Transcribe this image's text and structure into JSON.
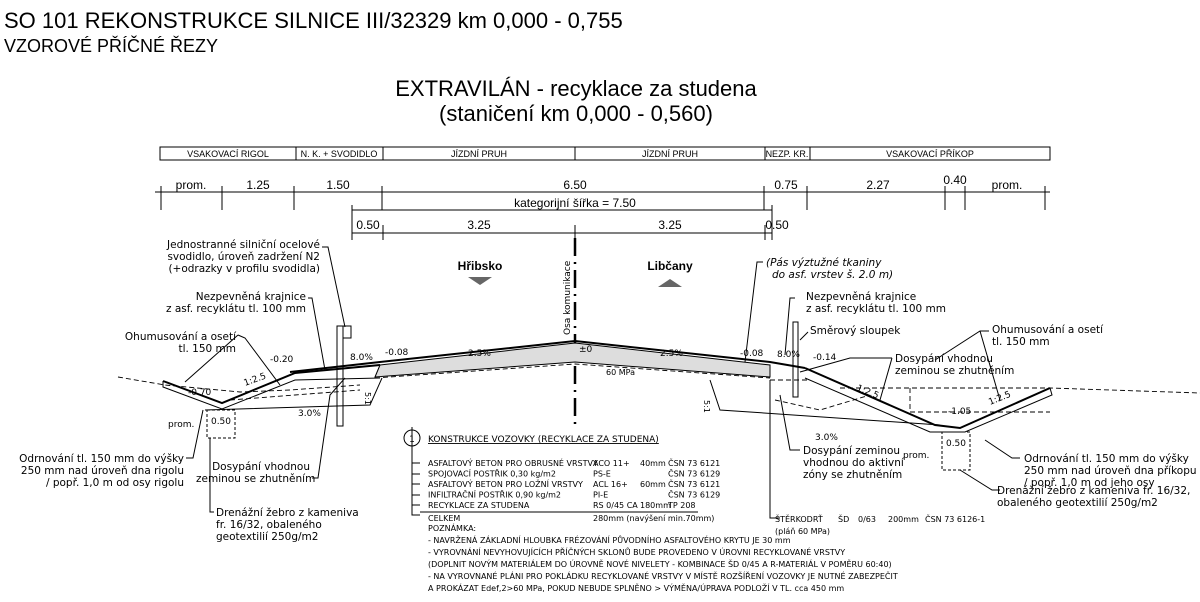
{
  "header": {
    "title": "SO 101  REKONSTRUKCE SILNICE III/32329  km 0,000 - 0,755",
    "subtitle": "VZOROVÉ PŘÍČNÉ ŘEZY",
    "section_title": "EXTRAVILÁN - recyklace za studena",
    "section_range": "(staničení km 0,000 - 0,560)"
  },
  "band": [
    "VSAKOVACÍ RIGOL",
    "N. K. + SVODIDLO",
    "JÍZDNÍ PRUH",
    "JÍZDNÍ PRUH",
    "NEZP. KR.",
    "VSAKOVACÍ PŘÍKOP"
  ],
  "dims_row1": [
    "prom.",
    "1.25",
    "1.50",
    "6.50",
    "0.75",
    "2.27",
    "0.40",
    "prom."
  ],
  "category_width": "kategorijní šířka = 7.50",
  "dims_row3": [
    "0.50",
    "3.25",
    "3.25",
    "0.50"
  ],
  "directions": {
    "left": "Hřibsko",
    "right": "Libčany"
  },
  "axis_label": "Osa komunikace",
  "levels": {
    "zero": "±0",
    "l_edge": "-0.08",
    "r_edge": "-0.08",
    "l_shoulder": "-0.20",
    "r_shoulder": "-0.14",
    "l_ditch": "-0.70",
    "r_ditch": "-1.05",
    "slope_l_road": "2.5%",
    "slope_r_road": "2.5%",
    "slope_l_shoulder": "8.0%",
    "slope_r_shoulder": "8.0%",
    "slope_l_base": "3.0%",
    "slope_r_base": "3.0%",
    "ratio_l": "1:2.5",
    "ratio_r1": "1:2.5",
    "ratio_r2": "1:2.5",
    "side_l": "5:1",
    "side_r": "5:1",
    "drain_l": "0.50",
    "drain_r": "0.50",
    "prom_l": "prom.",
    "prom_r": "prom.",
    "mpa": "60 MPa"
  },
  "annotations": {
    "guardrail": [
      "Jednostranné silniční ocelové",
      "svodidlo, úroveň zadržení N2",
      "(+odrazky v profilu svodidla)"
    ],
    "shoulder_l": [
      "Nezpevněná krajnice",
      "z asf. recyklátu tl. 100 mm"
    ],
    "humus_l": [
      "Ohumusování a osetí",
      "tl. 150 mm"
    ],
    "strip_l": [
      "Odrnování tl. 150 mm do výšky",
      "250 mm nad úroveň dna rigolu",
      "/ popř. 1,0 m od osy rigolu"
    ],
    "fill_l": [
      "Dosypání vhodnou",
      "zeminou se zhutněním"
    ],
    "drain_l": [
      "Drenážní žebro z kameniva",
      "fr. 16/32, obaleného",
      "geotextilií 250g/m2"
    ],
    "fabric": [
      "(Pás výztužné tkaniny",
      "do asf. vrstev š. 2.0 m)"
    ],
    "shoulder_r": [
      "Nezpevněná krajnice",
      "z asf. recyklátu tl. 100 mm"
    ],
    "post": [
      "Směrový sloupek"
    ],
    "humus_r": [
      "Ohumusování a osetí",
      "tl. 150 mm"
    ],
    "fill_r": [
      "Dosypání vhodnou",
      "zeminou se zhutněním"
    ],
    "strip_r": [
      "Odrnování tl. 150 mm do výšky",
      "250 mm nad úroveň dna příkopu",
      "/ popř. 1,0 m od jeho osy"
    ],
    "fill_active": [
      "Dosypání zeminou",
      "vhodnou do aktivní",
      "zóny se zhutněním"
    ],
    "drain_r": [
      "Drenážní žebro z kameniva fr. 16/32,",
      "obaleného geotextilií 250g/m2"
    ]
  },
  "construction": {
    "marker": "1",
    "title": "KONSTRUKCE VOZOVKY (RECYKLACE ZA STUDENA)",
    "rows": [
      [
        "ASFALTOVÝ BETON PRO OBRUSNÉ VRSTVY",
        "ACO 11+",
        "40mm",
        "ČSN 73 6121"
      ],
      [
        "SPOJOVACÍ POSTŘIK 0,30 kg/m2",
        "PS-E",
        "",
        "ČSN 73 6129"
      ],
      [
        "ASFALTOVÝ BETON PRO LOŽNÍ VRSTVY",
        "ACL 16+",
        "60mm",
        "ČSN 73 6121"
      ],
      [
        "INFILTRAČNÍ POSTŘIK 0,90 kg/m2",
        "PI-E",
        "",
        "ČSN 73 6129"
      ],
      [
        "RECYKLACE ZA STUDENA",
        "RS 0/45 CA",
        "180mm",
        "TP 208"
      ]
    ],
    "total_label": "CELKEM",
    "total_value": "280mm (navýšení min.70mm)",
    "note_label": "POZNÁMKA:",
    "notes": [
      "- NAVRŽENÁ ZÁKLADNÍ HLOUBKA FRÉZOVÁNÍ PŮVODNÍHO ASFALTOVÉHO KRYTU JE 30 mm",
      "- VYROVNÁNÍ NEVYHOVUJÍCÍCH PŘÍČNÝCH SKLONŮ BUDE PROVEDENO V ÚROVNI RECYKLOVANÉ VRSTVY",
      "(DOPLNIT NOVÝM MATERIÁLEM DO ÚROVNĚ NOVÉ NIVELETY - KOMBINACE ŠD 0/45 A R-MATERIÁL V POMĚRU 60:40)",
      "- NA VYROVNANÉ PLÁNI PRO POKLÁDKU RECYKLOVANÉ VRSTVY V MÍSTĚ ROZŠÍŘENÍ VOZOVKY JE NUTNÉ ZABEZPEČIT",
      "A PROKÁZAT Edef,2>60 MPa, POKUD NEBUDE SPLNĚNO > VÝMĚNA/ÚPRAVA PODLOŽÍ V TL. cca 450 mm"
    ],
    "gravel": [
      "ŠTĚRKODRŤ",
      "ŠD",
      "0/63",
      "200mm",
      "ČSN 73 6126-1"
    ],
    "gravel_sub": "(pláň 60 MPa)"
  }
}
